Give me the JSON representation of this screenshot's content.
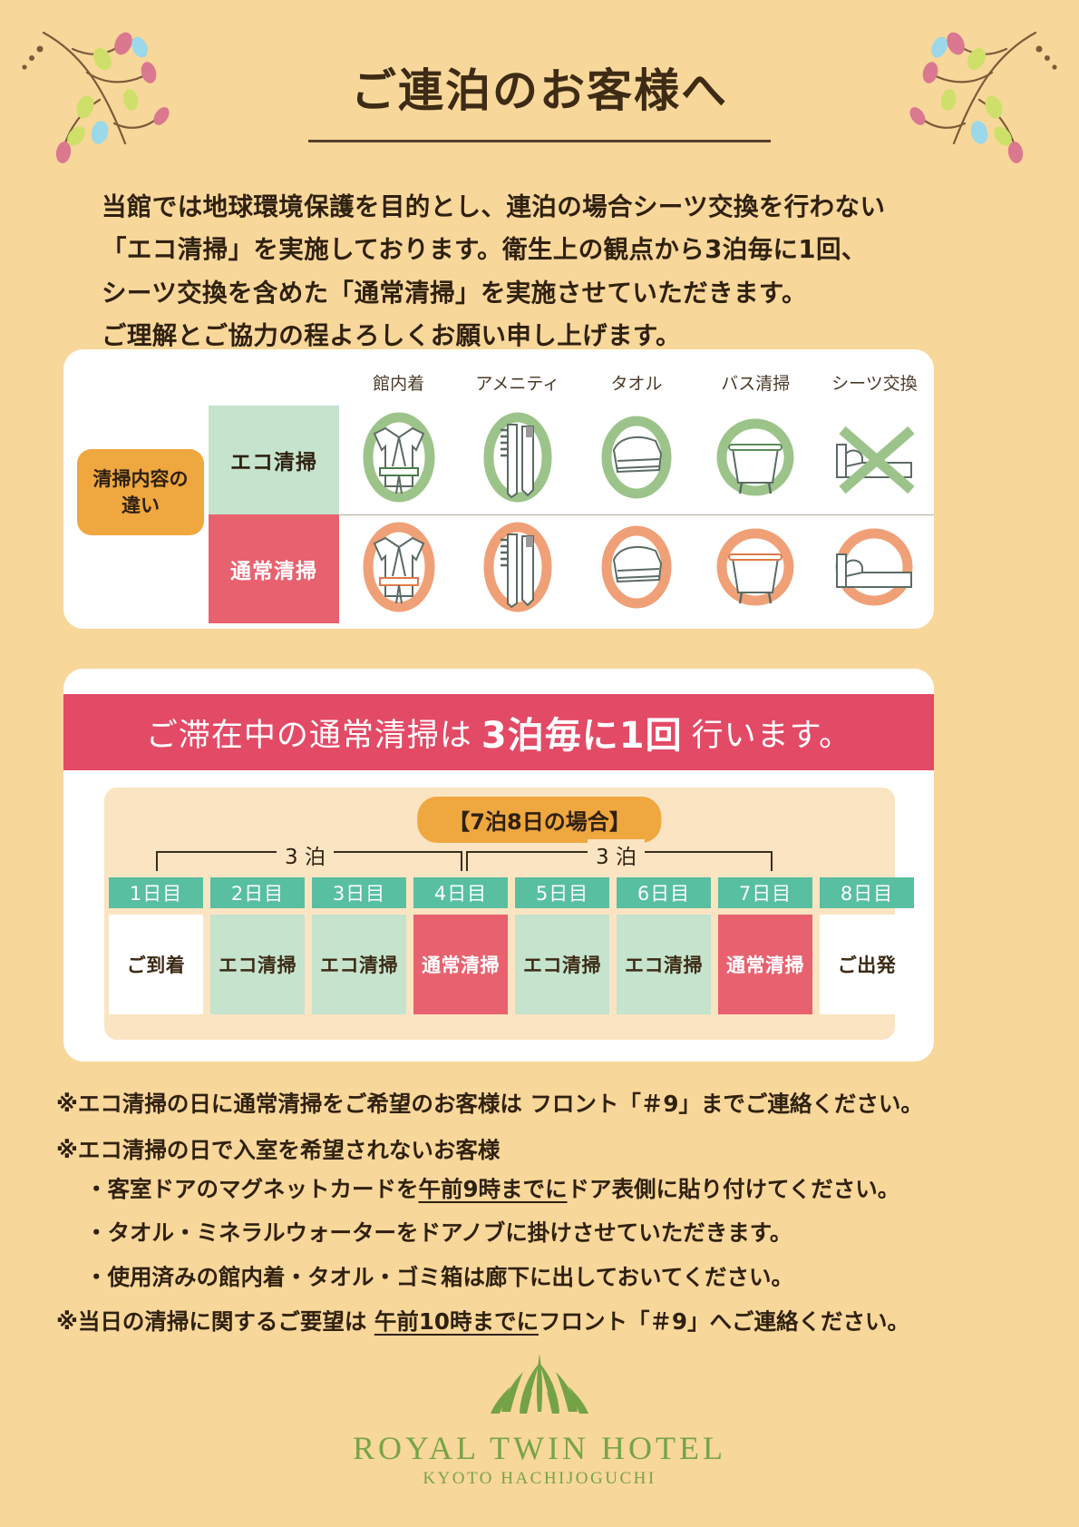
{
  "page": {
    "title": "ご連泊のお客様へ",
    "background_color": "#f8d79a"
  },
  "intro": {
    "line1": "当館では地球環境保護を目的とし、連泊の場合シーツ交換を行わない",
    "line2": "「エコ清掃」を実施しております。衛生上の観点から3泊毎に1回、",
    "line3": "シーツ交換を含めた「通常清掃」を実施させていただきます。",
    "line4": "ご理解とご協力の程よろしくお願い申し上げます。"
  },
  "comparison": {
    "tag_line1": "清掃内容の",
    "tag_line2": "違い",
    "columns": [
      "館内着",
      "アメニティ",
      "タオル",
      "バス清掃",
      "シーツ交換"
    ],
    "rows": [
      {
        "label": "エコ清掃",
        "type": "eco",
        "color": "#c5e3cd",
        "accent": "#8fbf7e",
        "cells": [
          {
            "icon": "robe-icon",
            "state": "included"
          },
          {
            "icon": "toothbrush-icon",
            "state": "included"
          },
          {
            "icon": "towel-icon",
            "state": "included"
          },
          {
            "icon": "bathtub-icon",
            "state": "included"
          },
          {
            "icon": "bed-sheet-icon",
            "state": "excluded"
          }
        ]
      },
      {
        "label": "通常清掃",
        "type": "standard",
        "color": "#e8616f",
        "accent": "#f0a077",
        "cells": [
          {
            "icon": "robe-icon",
            "state": "included"
          },
          {
            "icon": "toothbrush-icon",
            "state": "included"
          },
          {
            "icon": "towel-icon",
            "state": "included"
          },
          {
            "icon": "bathtub-icon",
            "state": "included"
          },
          {
            "icon": "bed-sheet-icon",
            "state": "included"
          }
        ]
      }
    ]
  },
  "banner": {
    "prefix": "ご滞在中の通常清掃は",
    "highlight": "3泊毎に1回",
    "suffix": "行います。",
    "background_color": "#e34a66"
  },
  "schedule": {
    "case_label": "【7泊8日の場合】",
    "span_label_left": "3 泊",
    "span_label_right": "3 泊",
    "days": [
      {
        "head": "1日目",
        "body": "ご到着",
        "type": "white"
      },
      {
        "head": "2日目",
        "body": "エコ清掃",
        "type": "eco"
      },
      {
        "head": "3日目",
        "body": "エコ清掃",
        "type": "eco"
      },
      {
        "head": "4日目",
        "body": "通常清掃",
        "type": "std"
      },
      {
        "head": "5日目",
        "body": "エコ清掃",
        "type": "eco"
      },
      {
        "head": "6日目",
        "body": "エコ清掃",
        "type": "eco"
      },
      {
        "head": "7日目",
        "body": "通常清掃",
        "type": "std"
      },
      {
        "head": "8日目",
        "body": "ご出発",
        "type": "white"
      }
    ]
  },
  "notes": {
    "note1": "※エコ清掃の日に通常清掃をご希望のお客様は フロント「＃9」までご連絡ください。",
    "note2": "※エコ清掃の日で入室を希望されないお客様",
    "bullet1_pre": "・客室ドアのマグネットカードを",
    "bullet1_underline": "午前9時までに",
    "bullet1_post": "ドア表側に貼り付けてください。",
    "bullet2": "・タオル・ミネラルウォーターをドアノブに掛けさせていただきます。",
    "bullet3": "・使用済みの館内着・タオル・ゴミ箱は廊下に出しておいてください。",
    "note3_pre": "※当日の清掃に関するご要望は ",
    "note3_underline": "午前10時までに",
    "note3_post": "フロント「＃9」へご連絡ください。"
  },
  "logo": {
    "name": "ROYAL TWIN HOTEL",
    "sub": "KYOTO  HACHIJOGUCHI",
    "color": "#76a447"
  }
}
